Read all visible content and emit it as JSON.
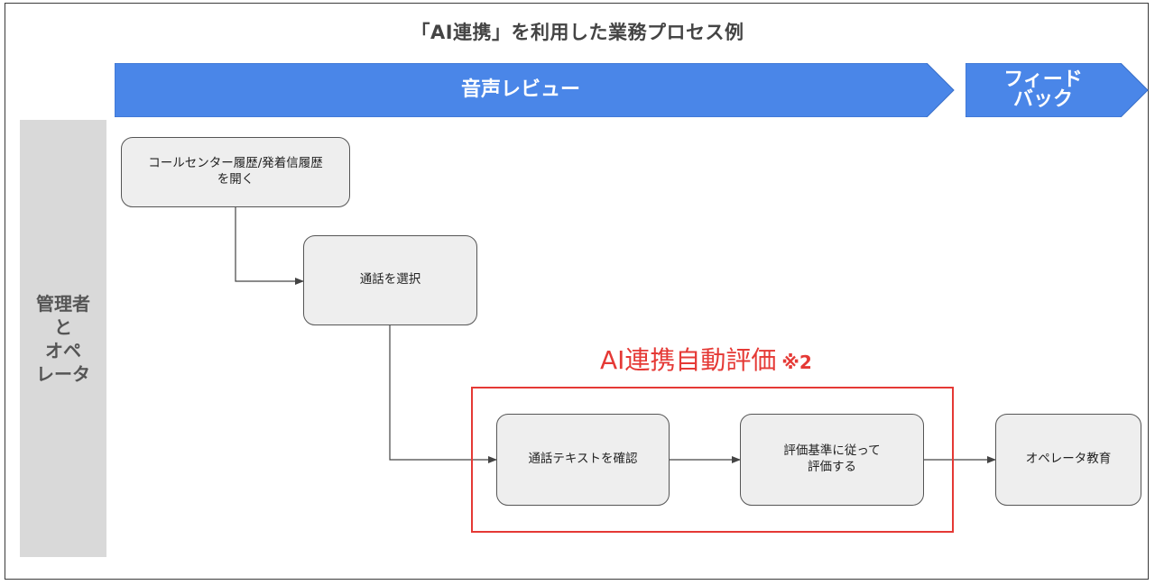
{
  "title": "「AI連携」を利用した業務プロセス例",
  "phases": [
    {
      "label": "音声レビュー"
    },
    {
      "label_line1": "フィード",
      "label_line2": "バック"
    }
  ],
  "lane": {
    "line1": "管理者",
    "line2": "と",
    "line3": "オペ",
    "line4": "レータ"
  },
  "steps": {
    "open_history": {
      "line1": "コールセンター履歴/発着信履歴",
      "line2": "を開く"
    },
    "select_call": {
      "label": "通話を選択"
    },
    "check_text": {
      "label": "通話テキストを確認"
    },
    "evaluate": {
      "line1": "評価基準に従って",
      "line2": "評価する"
    },
    "education": {
      "label": "オペレータ教育"
    }
  },
  "ai_group": {
    "label": "AI連携自動評価",
    "note": "※2"
  },
  "colors": {
    "phase_fill": "#4a86e8",
    "ai_border": "#e53935",
    "lane_fill": "#d9d9d9",
    "box_fill": "#eeeeee"
  }
}
